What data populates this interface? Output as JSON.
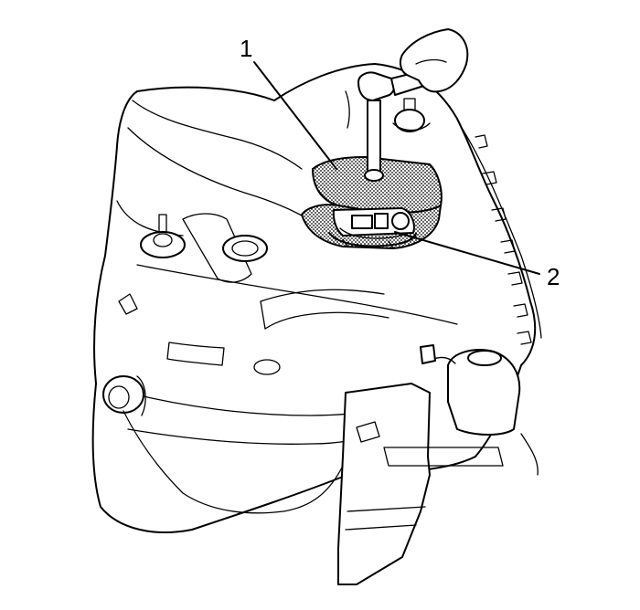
{
  "figure": {
    "callouts": [
      {
        "id": "1",
        "text": "1"
      },
      {
        "id": "2",
        "text": "2"
      }
    ]
  },
  "colors": {
    "line": "#000000",
    "background": "#ffffff"
  }
}
